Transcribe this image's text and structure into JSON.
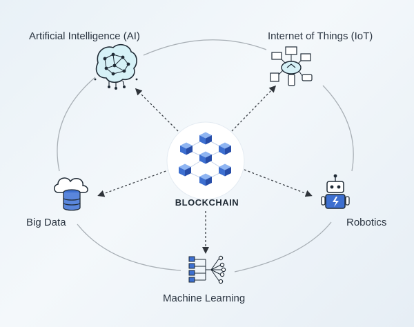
{
  "center": {
    "label": "BLOCKCHAIN",
    "icon": "blockchain-cubes-icon"
  },
  "nodes": [
    {
      "id": "ai",
      "label": "Artificial Intelligence (AI)",
      "icon": "brain-network-icon"
    },
    {
      "id": "iot",
      "label": "Internet of Things (IoT)",
      "icon": "iot-devices-icon"
    },
    {
      "id": "bigdata",
      "label": "Big Data",
      "icon": "cloud-database-icon"
    },
    {
      "id": "robotics",
      "label": "Robotics",
      "icon": "robot-icon"
    },
    {
      "id": "ml",
      "label": "Machine Learning",
      "icon": "neural-network-icon"
    }
  ],
  "colors": {
    "accent": "#1f3f8f",
    "cube_top": "#8fb5f2",
    "cube_left": "#3d6fd0",
    "cube_right": "#274da8",
    "line": "#9aa3ab",
    "arrow": "#3a3f45"
  }
}
